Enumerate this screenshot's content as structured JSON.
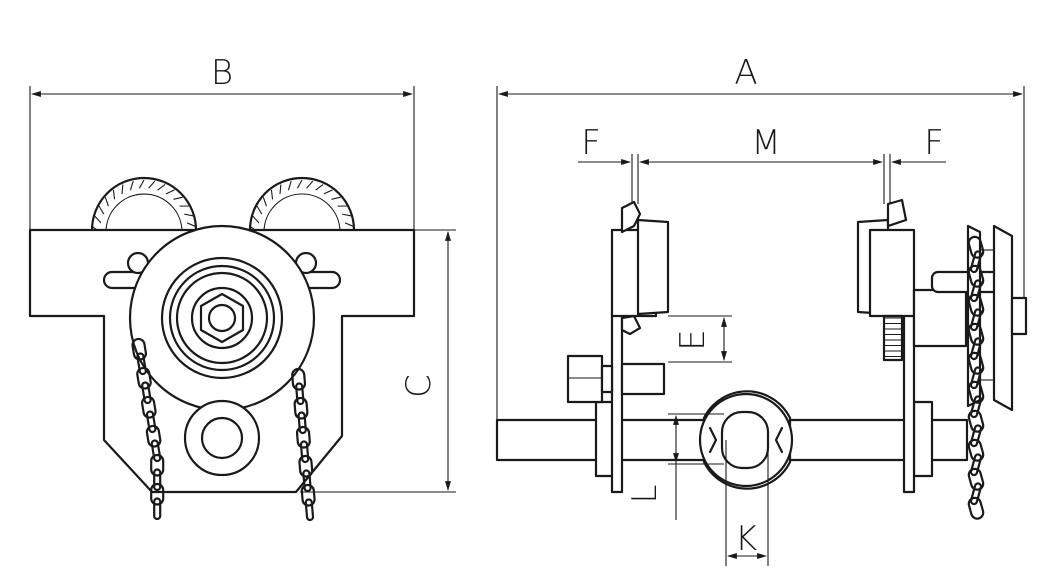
{
  "diagram": {
    "dimension_labels": {
      "B": "B",
      "A": "A",
      "C": "C",
      "F_left": "F",
      "M": "M",
      "F_right": "F",
      "E": "E",
      "L": "L",
      "K": "K"
    },
    "colors": {
      "line": "#1a1a1a",
      "background": "#ffffff"
    }
  }
}
